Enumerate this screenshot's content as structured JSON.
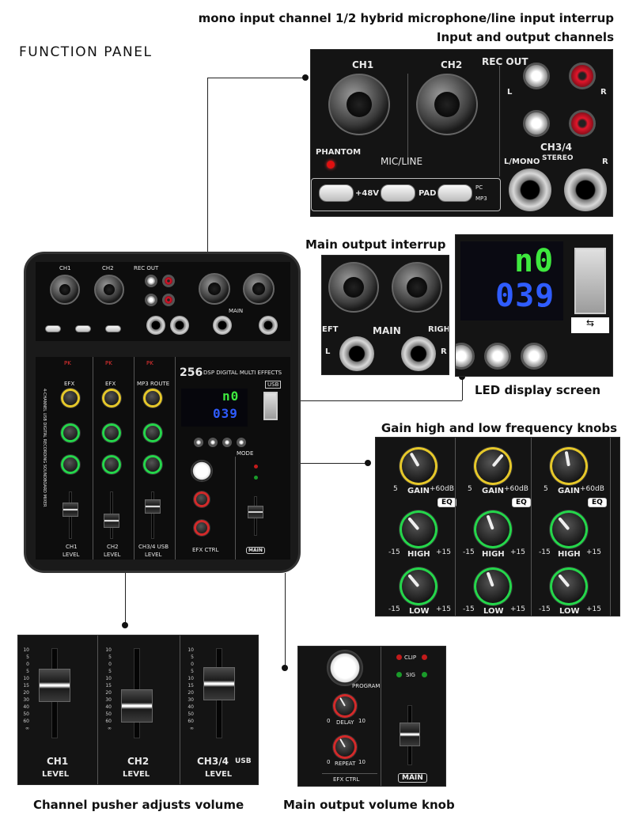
{
  "header": {
    "title": "FUNCTION PANEL",
    "caption_input_line1": "mono input channel 1/2 hybrid microphone/line input interrup",
    "caption_input_line2": "Input and output channels",
    "caption_main_output": "Main output interrup",
    "caption_led": "LED display screen",
    "caption_knobs": "Gain high and low frequency knobs",
    "caption_fader": "Channel pusher adjusts volume",
    "caption_main_knob": "Main output volume knob"
  },
  "input_panel": {
    "ch1": "CH1",
    "ch2": "CH2",
    "rec_out": "REC OUT",
    "l": "L",
    "r": "R",
    "phantom": "PHANTOM",
    "mic_line": "MIC/LINE",
    "ch34": "CH3/4",
    "stereo": "STEREO",
    "l_mono": "L/MONO",
    "plus48v": "+48V",
    "pad": "PAD",
    "pc": "PC",
    "mp3": "MP3"
  },
  "main_output_panel": {
    "left": "EFT",
    "main": "MAIN",
    "right": "RIGH",
    "l": "L",
    "r": "R"
  },
  "led_panel": {
    "display_top": "n0",
    "display_bottom": "039"
  },
  "knob_panel": {
    "gain": "GAIN",
    "gain_min": "5",
    "gain_max": "+60dB",
    "eq": "EQ",
    "high": "HIGH",
    "low": "LOW",
    "min": "-15",
    "max": "+15"
  },
  "fader_panel": {
    "ch1": "CH1",
    "ch2": "CH2",
    "ch34": "CH3/4",
    "usb": "USB",
    "level": "LEVEL",
    "scale": [
      "10",
      "5",
      "0",
      "5",
      "10",
      "15",
      "20",
      "30",
      "40",
      "50",
      "60",
      "∞"
    ]
  },
  "efx_panel": {
    "program": "PROGRAM",
    "delay": "DELAY",
    "repeat": "REPEAT",
    "efx_ctrl": "EFX CTRL",
    "clip": "CLIP",
    "sig": "SIG",
    "main": "MAIN",
    "zero": "0",
    "ten": "10"
  },
  "device": {
    "effects": "256",
    "effects_text": "DSP DIGITAL MULTI EFFECTS",
    "usb": "USB",
    "pk": "PK",
    "efx": "EFX",
    "mp3_route": "MP3 ROUTE",
    "mode": "MODE",
    "side_text": "4-CHANNEL USB DIGITAL RECORDING SOUNDBOARD MIXER",
    "ch1_level": "CH1",
    "ch2_level": "CH2",
    "ch34_level": "CH3/4 USB",
    "level": "LEVEL"
  }
}
